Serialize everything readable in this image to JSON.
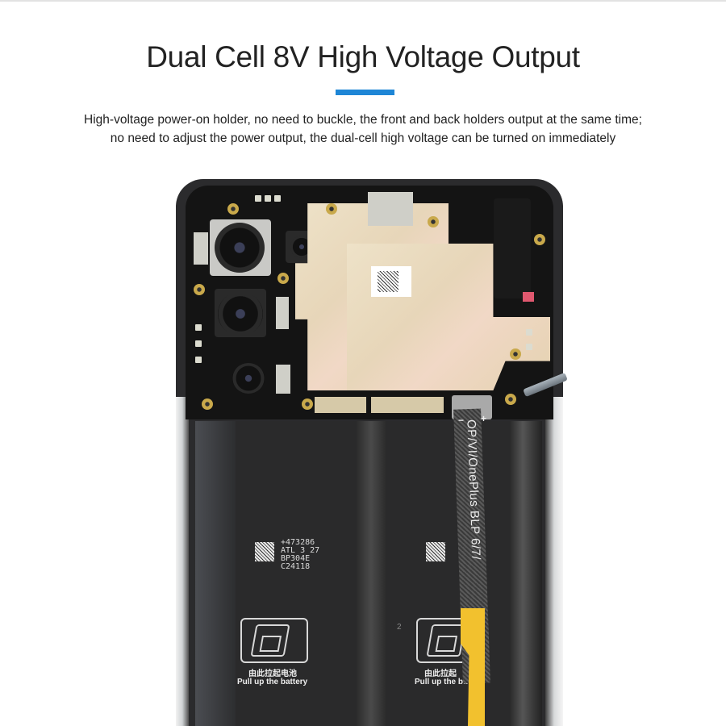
{
  "header": {
    "title": "Dual Cell 8V High Voltage Output",
    "accent_color": "#1e86d6",
    "description_lines": [
      "High-voltage power-on holder, no need to buckle, the front and back holders output at the same time;",
      "no need to adjust the power output, the dual-cell high voltage can be turned on immediately"
    ]
  },
  "photo": {
    "subject": "opened-smartphone-with-battery-holder-flex",
    "flex_cable": {
      "label": "OP/VI/OnePlus BLP 6/7/",
      "minus_sign": "−",
      "plus_sign": "+",
      "tab_color": "#f2c12e"
    },
    "battery": {
      "codes": [
        "+473286",
        "ATL 3 27",
        "BP304E",
        "C24118"
      ],
      "cell_number": "2",
      "pull_cn": "由此拉起电池",
      "pull_en_left": "Pull up the battery",
      "pull_en_right": "Pull up the ba",
      "pull_cn_right": "由此拉起"
    }
  }
}
